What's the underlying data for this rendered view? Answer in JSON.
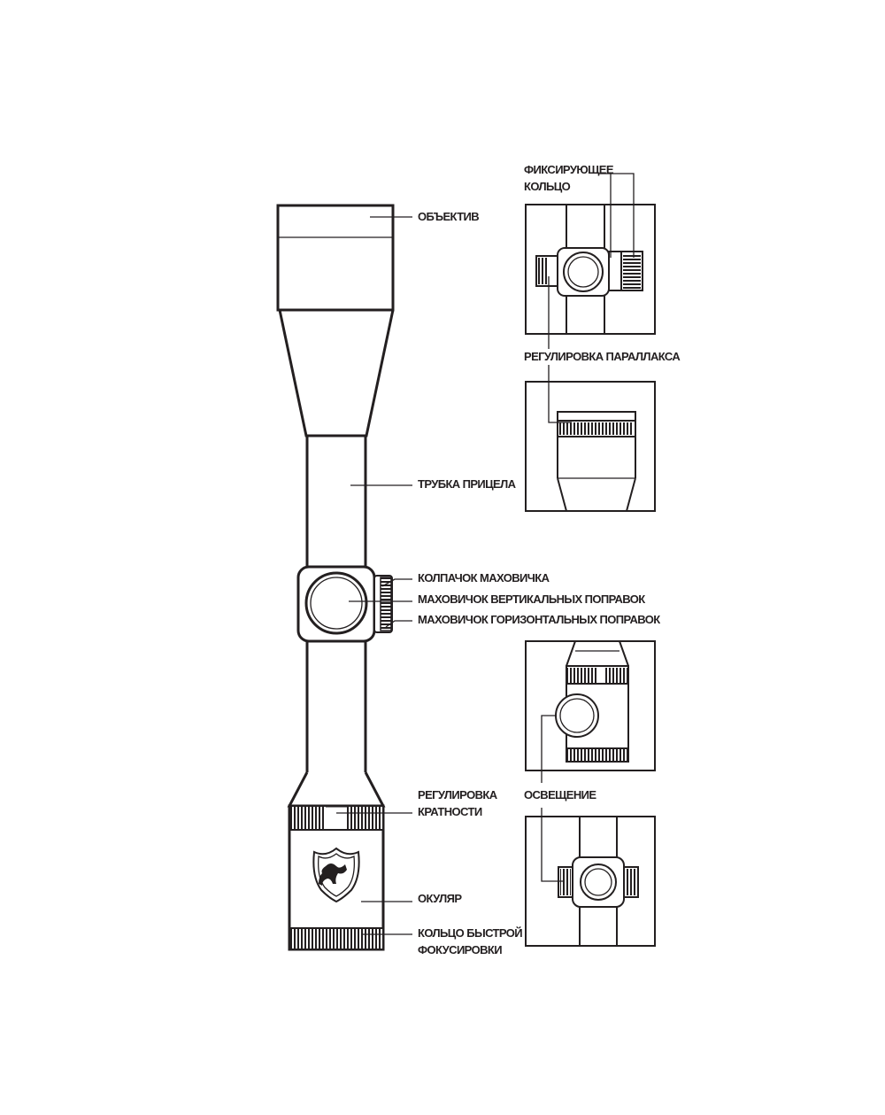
{
  "labels": {
    "objective": "ОБЪЕКТИВ",
    "scope_tube": "ТРУБКА ПРИЦЕЛА",
    "turret_cap": "КОЛПАЧОК МАХОВИЧКА",
    "elevation_turret": "МАХОВИЧОК ВЕРТИКАЛЬНЫХ ПОПРАВОК",
    "windage_turret": "МАХОВИЧОК ГОРИЗОНТАЛЬНЫХ ПОПРАВОК",
    "magnification_line1": "РЕГУЛИРОВКА",
    "magnification_line2": "КРАТНОСТИ",
    "eyepiece": "ОКУЛЯР",
    "fast_focus_line1": "КОЛЬЦО БЫСТРОЙ",
    "fast_focus_line2": "ФОКУСИРОВКИ",
    "locking_ring_line1": "ФИКСИРУЮЩЕЕ",
    "locking_ring_line2": "КОЛЬЦО",
    "parallax": "РЕГУЛИРОВКА ПАРАЛЛАКСА",
    "illumination": "ОСВЕЩЕНИЕ"
  },
  "colors": {
    "ink": "#231f20",
    "background": "#ffffff"
  },
  "icons": {
    "logo": "shield-crest-logo-icon"
  }
}
